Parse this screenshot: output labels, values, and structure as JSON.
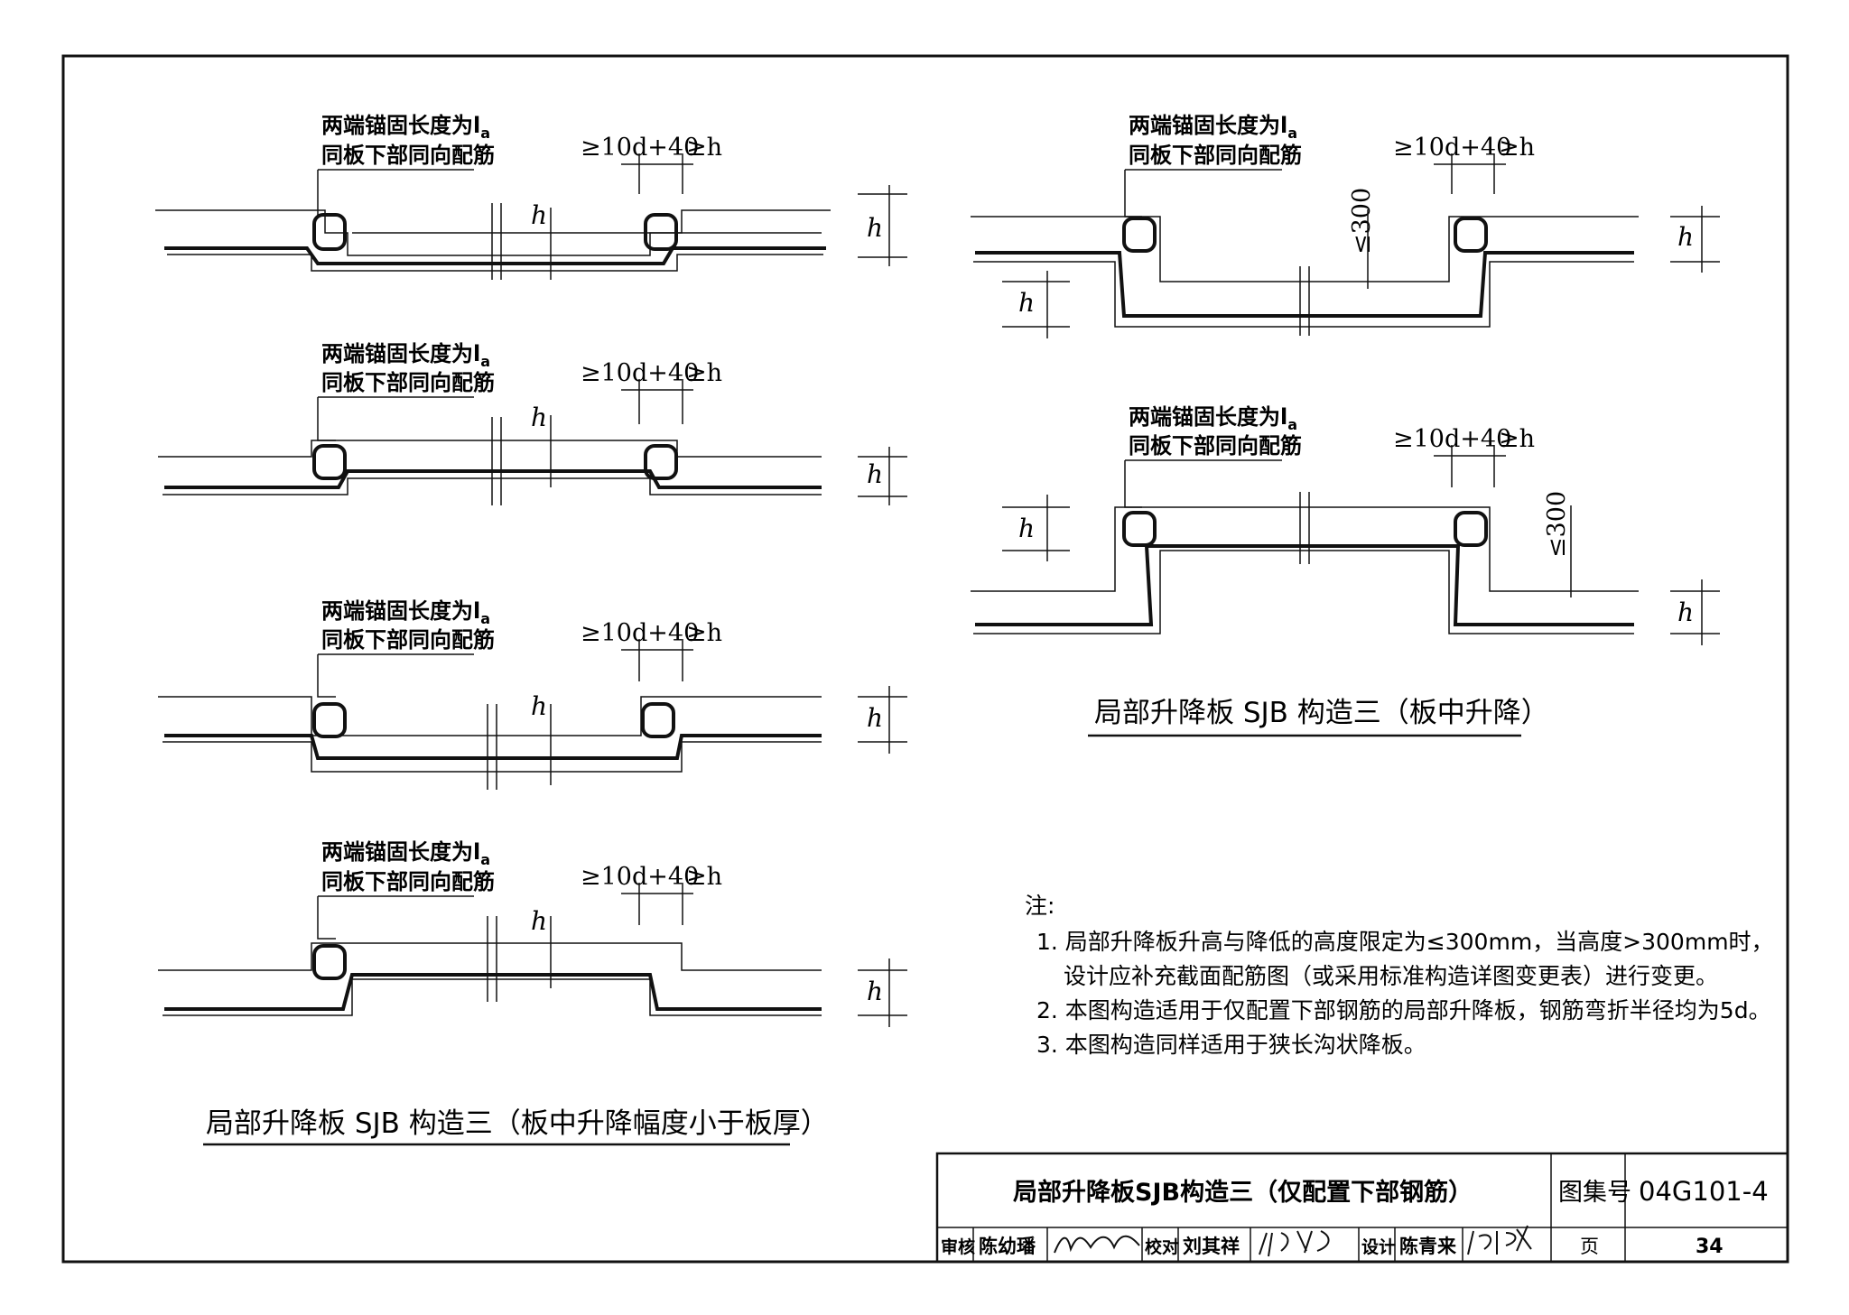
{
  "annotation": {
    "anchor_line1": "两端锚固长度为l",
    "anchor_sub": "a",
    "anchor_line2": "同板下部同向配筋",
    "dim_offset": "≥10d+40",
    "dim_min": "≥h",
    "h": "h",
    "le300": "≤300"
  },
  "captions": {
    "left": "局部升降板 SJB 构造三（板中升降幅度小于板厚）",
    "right": "局部升降板 SJB 构造三（板中升降）"
  },
  "notes": {
    "heading": "注:",
    "items": [
      "1. 局部升降板升高与降低的高度限定为≤300mm，当高度>300mm时，",
      "设计应补充截面配筋图（或采用标准构造详图变更表）进行变更。",
      "2. 本图构造适用于仅配置下部钢筋的局部升降板，钢筋弯折半径均为5d。",
      "3. 本图构造同样适用于狭长沟状降板。"
    ]
  },
  "title_block": {
    "title": "局部升降板SJB构造三（仅配置下部钢筋）",
    "atlas_label": "图集号",
    "atlas_no": "04G101-4",
    "review_label": "审核",
    "reviewer": "陈幼璠",
    "check_label": "校对",
    "checker": "刘其祥",
    "design_label": "设计",
    "designer": "陈青来",
    "page_label": "页",
    "page_no": "34"
  }
}
